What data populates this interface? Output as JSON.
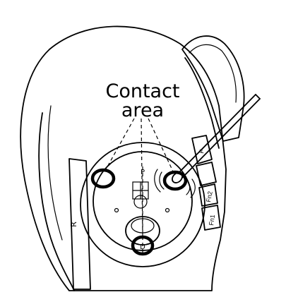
{
  "callout": {
    "line1": "Contact",
    "line2": "area"
  },
  "device_labels": {
    "side_marker": "R",
    "top_contact": "P",
    "bottom_contact": "D",
    "button_fn1": "Fn1",
    "button_fn2": "Fn2",
    "button_top": "F"
  },
  "colors": {
    "line": "#000000",
    "background": "#ffffff",
    "highlight_ring": "#000000"
  }
}
